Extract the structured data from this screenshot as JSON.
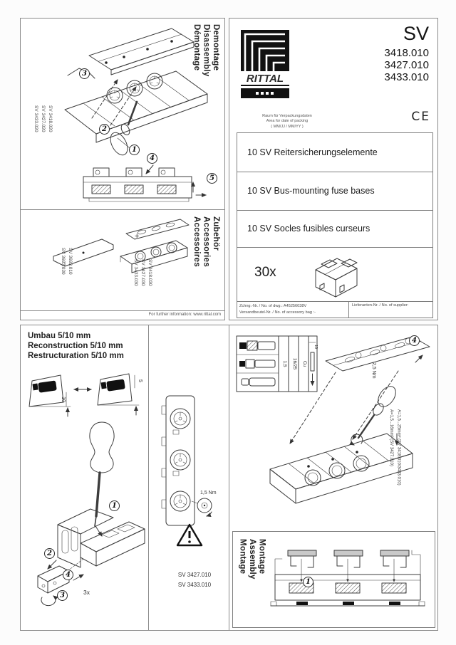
{
  "panel_disassembly": {
    "title_lines": [
      "Demontage",
      "Disassembly",
      "Démontage"
    ],
    "part_labels": [
      "SV 3418.020",
      "SV 3427.020",
      "SV 3433.020"
    ],
    "steps": {
      "s1": "1",
      "s2": "2",
      "s3": "3",
      "s4": "4",
      "s5": "5"
    },
    "accessories": {
      "title_lines": [
        "Zubehör",
        "Accessories",
        "Accessoires"
      ],
      "labels_left": [
        "SV 3693.010",
        "SV 3693.030"
      ],
      "labels_right": [
        "SV 3418.030",
        "SV 3427.030",
        "SV 3433.030"
      ],
      "plus": "+"
    },
    "footer": "For further information: www.rittal.com"
  },
  "panel_title": {
    "brand": "RITTAL",
    "model": "SV",
    "part_numbers": [
      "3418.010",
      "3427.010",
      "3433.010"
    ],
    "packing_note": [
      "Raum für Verpackungsdaten",
      "Area for date of packing",
      "( MM/JJ / MM/YY )"
    ],
    "ce_mark": "CE",
    "products": [
      "10 SV Reitersicherungselemente",
      "10 SV Bus-mounting fuse bases",
      "10 SV Socles fusibles curseurs"
    ],
    "quantity": "30x",
    "drawing_no": "Zchng.-Nr. / No. of dwg.: A45256038V",
    "accessory_bag": "Versandbeutel-Nr. / No. of accessory bag :-",
    "supplier_no": "Lieferanten-Nr. / No. of supplier:"
  },
  "panel_bottom": {
    "umbau": {
      "title_lines": [
        "Umbau 5/10 mm",
        "Reconstruction 5/10 mm",
        "Restructuration 5/10 mm"
      ],
      "dim_a": "10",
      "dim_b": "5",
      "qty": "3x",
      "steps": {
        "s1": "1",
        "s2": "2",
        "s3": "3",
        "s4": "4"
      }
    },
    "middle": {
      "torque": "1,5 Nm",
      "models": [
        "SV 3427.010",
        "SV 3433.010"
      ]
    },
    "montage": {
      "title_lines": [
        "Montage",
        "Assembly",
        "Montage"
      ],
      "torque": "2,5 Nm",
      "wire_cols": [
        "1,5",
        "16/25",
        "Cu"
      ],
      "strip_dim": "10",
      "wire_specs": [
        "A=1,5...25mm² (SV 3418.010/3433.010)",
        "A=1,5...16mm² (SV 3427.010)"
      ],
      "steps": {
        "s1": "1",
        "s4": "4"
      }
    }
  }
}
